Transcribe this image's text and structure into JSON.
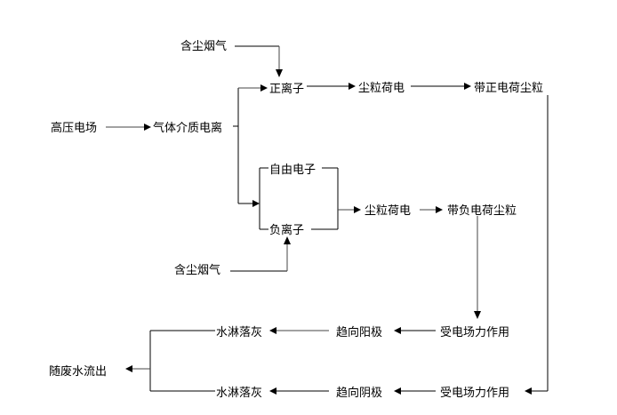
{
  "diagram": {
    "type": "flowchart",
    "title": "",
    "nodes": {
      "dusty_gas_top": "含尘烟气",
      "high_voltage_field": "高压电场",
      "gas_ionization": "气体介质电离",
      "positive_ion": "正离子",
      "dust_charged_top": "尘粒荷电",
      "positive_dust": "带正电荷尘粒",
      "free_electron": "自由电子",
      "negative_ion": "负离子",
      "dusty_gas_bottom": "含尘烟气",
      "dust_charged_mid": "尘粒荷电",
      "negative_dust": "带负电荷尘粒",
      "field_force_upper": "受电场力作用",
      "toward_anode": "趋向阳极",
      "water_ash_upper": "水淋落灰",
      "field_force_lower": "受电场力作用",
      "toward_cathode": "趋向阴极",
      "water_ash_lower": "水淋落灰",
      "wastewater_out": "随废水流出"
    },
    "edges": [
      {
        "from": "high_voltage_field",
        "to": "gas_ionization"
      },
      {
        "from": "gas_ionization",
        "to": "positive_ion"
      },
      {
        "from": "dusty_gas_top",
        "to": "positive_ion"
      },
      {
        "from": "positive_ion",
        "to": "dust_charged_top"
      },
      {
        "from": "dust_charged_top",
        "to": "positive_dust"
      },
      {
        "from": "gas_ionization",
        "to": "free_electron"
      },
      {
        "from": "gas_ionization",
        "to": "negative_ion"
      },
      {
        "from": "dusty_gas_bottom",
        "to": "negative_ion"
      },
      {
        "from": "free_electron",
        "to": "dust_charged_mid"
      },
      {
        "from": "negative_ion",
        "to": "dust_charged_mid"
      },
      {
        "from": "dust_charged_mid",
        "to": "negative_dust"
      },
      {
        "from": "negative_dust",
        "to": "field_force_upper"
      },
      {
        "from": "field_force_upper",
        "to": "toward_anode"
      },
      {
        "from": "toward_anode",
        "to": "water_ash_upper"
      },
      {
        "from": "positive_dust",
        "to": "field_force_lower"
      },
      {
        "from": "field_force_lower",
        "to": "toward_cathode"
      },
      {
        "from": "toward_cathode",
        "to": "water_ash_lower"
      },
      {
        "from": "water_ash_upper",
        "to": "wastewater_out"
      },
      {
        "from": "water_ash_lower",
        "to": "wastewater_out"
      }
    ]
  }
}
